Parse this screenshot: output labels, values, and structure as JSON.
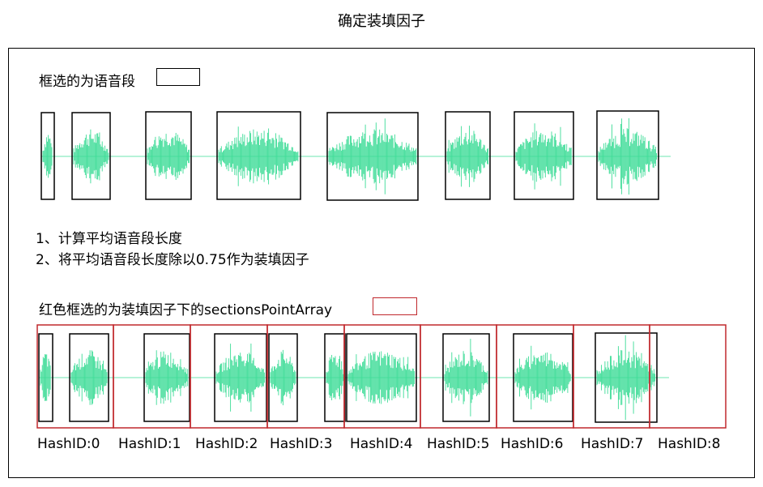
{
  "title": "确定装填因子",
  "legend_black": "框选的为语音段",
  "step1": "1、计算平均语音段长度",
  "step2": "2、将平均语音段长度除以0.75作为装填因子",
  "legend_red": "红色框选的为装填因子下的sectionsPointArray",
  "colors": {
    "wave": "#3ddc97",
    "speech_box": "#000000",
    "section_box": "#c0282d"
  },
  "hash_labels": [
    "HashID:0",
    "HashID:1",
    "HashID:2",
    "HashID:3",
    "HashID:4",
    "HashID:5",
    "HashID:6",
    "HashID:7",
    "HashID:8"
  ]
}
